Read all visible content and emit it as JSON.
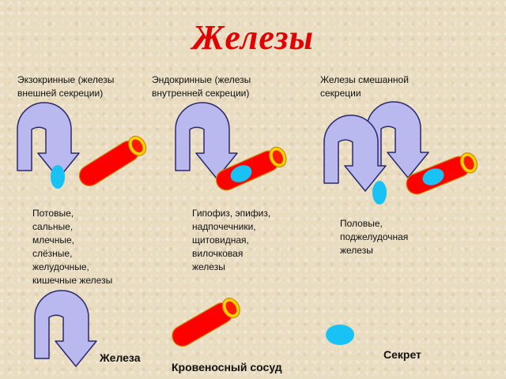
{
  "title": "Железы",
  "columns": [
    {
      "heading": [
        "Экзокринные (железы",
        "внешней секреции)"
      ],
      "examples": [
        "Потовые,",
        "сальные,",
        "млечные,",
        "слёзные,",
        "желудочные,",
        "кишечные железы"
      ]
    },
    {
      "heading": [
        "Эндокринные (железы",
        "внутренней секреции)"
      ],
      "examples": [
        "Гипофиз, эпифиз,",
        "надпочечники,",
        "щитовидная,",
        "вилочковая",
        "железы"
      ]
    },
    {
      "heading": [
        "Железы смешанной",
        "секреции"
      ],
      "examples": [
        "Половые,",
        "поджелудочная",
        "железы"
      ]
    }
  ],
  "legend": {
    "gland": "Железа",
    "vessel": "Кровеносный сосуд",
    "secret": "Секрет"
  },
  "colors": {
    "title": "#e30000",
    "arrow_fill": "#b9b9f0",
    "arrow_stroke": "#2a2a6a",
    "vessel": "#ff0000",
    "vessel_cap": "#ffd400",
    "secret": "#19c2f5"
  }
}
